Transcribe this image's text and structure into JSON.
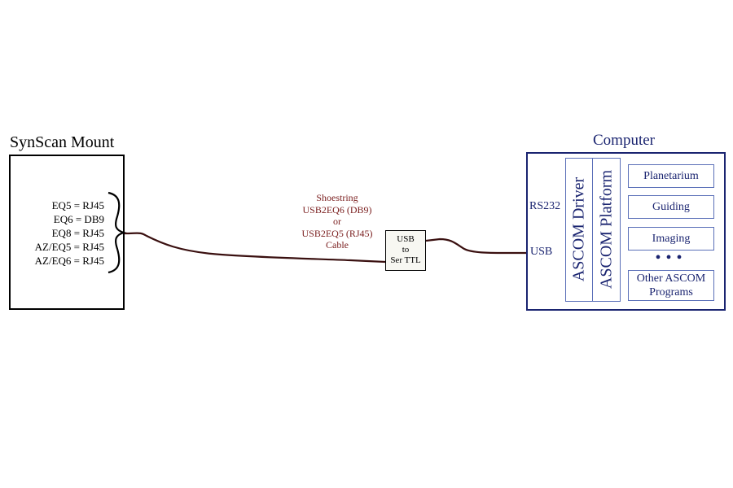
{
  "mount": {
    "title": "SynScan Mount",
    "connectors": [
      "EQ5 = RJ45",
      "EQ6 = DB9",
      "EQ8 = RJ45",
      "AZ/EQ5 = RJ45",
      "AZ/EQ6 = RJ45"
    ]
  },
  "cable": {
    "lines": [
      "Shoestring",
      "USB2EQ6 (DB9)",
      "or",
      "USB2EQ5 (RJ45)",
      "Cable"
    ]
  },
  "converter": {
    "lines": [
      "USB",
      "to",
      "Ser TTL"
    ]
  },
  "computer": {
    "title": "Computer",
    "ports": {
      "rs232": "RS232",
      "usb": "USB"
    },
    "driver": "ASCOM Driver",
    "platform": "ASCOM Platform",
    "programs": [
      "Planetarium",
      "Guiding",
      "Imaging"
    ],
    "ellipsis": "•••",
    "other_programs": [
      "Other ASCOM",
      "Programs"
    ]
  },
  "colors": {
    "computer": "#1a2470",
    "cable_text": "#7a1e1e",
    "wire": "#3a1010"
  }
}
